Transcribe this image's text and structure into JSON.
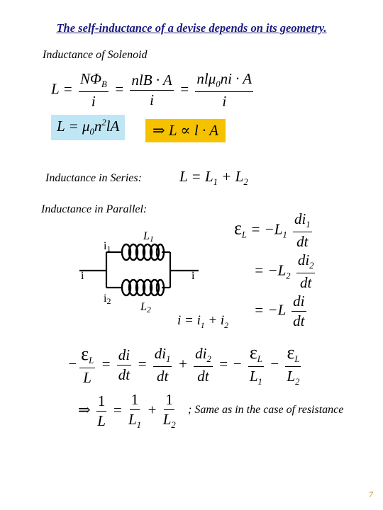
{
  "title": "The self-inductance of a devise depends on its geometry.",
  "solenoid_label": "Inductance of Solenoid",
  "series_label": "Inductance in Series:",
  "parallel_label": "Inductance in Parallel:",
  "circuit": {
    "i1": "i",
    "i1_sub": "1",
    "i2": "i",
    "i2_sub": "2",
    "L1": "L",
    "L1_sub": "1",
    "L2": "L",
    "L2_sub": "2",
    "i_left": "i",
    "i_right": "i"
  },
  "resistance_note": "; Same as in the case of resistance",
  "page_number": "7",
  "colors": {
    "title": "#1a1a80",
    "blue_box": "#bfe6f5",
    "yellow_box": "#f6c200",
    "page_number": "#b8860b"
  }
}
